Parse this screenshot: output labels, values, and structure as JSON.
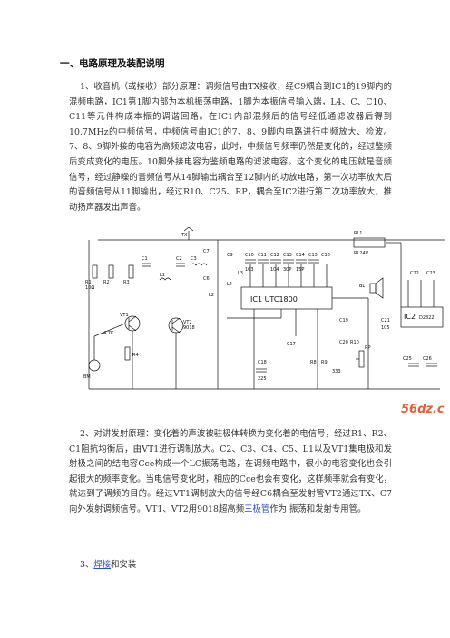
{
  "heading": "一、电路原理及装配说明",
  "para1": "1、收音机（或接收）部分原理：调频信号由TX接收，经C9耦合到IC1的19脚内的混频电路，IC1第1脚内部为本机振荡电路，1脚为本振信号输入端，L4、C、C10、C11等元件构成本振的调谐回路。在IC1内部混频后的信号经低通滤波器后得到10.7MHz的中频信号，中频信号由IC1的7、8、9脚内电路进行中频放大、检波。7、8、9脚外接的电容为高频滤波电容，此时，中频信号频率仍然是变化的，经过鉴频后变成变化的电压。10脚外接电容为鉴频电路的滤波电容。这个变化的电压就是音频信号，经过静噪的音频信号从14脚输出耦合至12脚内的功放电路，第一次功率放大后的音频信号从11脚输出，经过R10、C25、RP，耦合至IC2进行第二次功率放大，推动扬声器发出声音。",
  "para2_a": "2、对讲发射原理：变化着的声波被驻极体转换为变化着的电信号，经过R1、R2、C1阻抗均衡后，由VT1进行调制放大。C2、C3、C4、C5、L1以及VT1集电极和发射极之间的结电容Cce构成一个LC振荡电路，在调频电路中，很小的电容变化也会引起很大的频率变化。当电信号变化时，相应的Cce也会有变化，这样频率就会有变化，就达到了调频的目的。经过VT1调制放大的信号经C6耦合至发射管VT2通过TX、C7向外发射调频信号。VT1、VT2用9018超高频",
  "para2_link": "三极管",
  "para2_b": "作为 振荡和发射专用管。",
  "para3_link": "焊接",
  "para3_b": "和安装",
  "schematic": {
    "ic1": "IC1  UTC1800",
    "ic2": "IC2",
    "ic2_part": "D2822",
    "antenna": "TX",
    "mic": "BM",
    "relay": "RL1",
    "relay_part": "RL24V",
    "speaker": "BL",
    "vt1": "VT1",
    "vt2": "VT2",
    "vt_part": "9018",
    "r1": "R1",
    "r1_val": "10Ω",
    "r2": "R2",
    "r2_val": "4.7K",
    "r3": "R3",
    "r4": "R4",
    "c1": "C1",
    "c2": "C2",
    "c3": "C3",
    "c6": "C6",
    "c7": "C7",
    "c9": "C9",
    "c10": "C10",
    "c11": "C11",
    "c12": "C12",
    "c13": "C13",
    "c14": "C14",
    "c15": "C15",
    "c16": "C16",
    "c17": "C17",
    "c18": "C18",
    "c19": "C19",
    "c20": "C20",
    "c21": "C21",
    "c22": "C22",
    "c23": "C23",
    "c25": "C25",
    "c26": "C26",
    "r8": "R8",
    "r9": "R9",
    "r10": "R10",
    "rp": "RP",
    "l1": "L1",
    "l2": "L2",
    "l3": "L3",
    "l4": "L4",
    "v103": "103",
    "v104": "104",
    "v30p": "30P",
    "v15p": "15P",
    "v225": "225",
    "v333": "333",
    "v105": "105",
    "watermark": "56dz.c"
  }
}
